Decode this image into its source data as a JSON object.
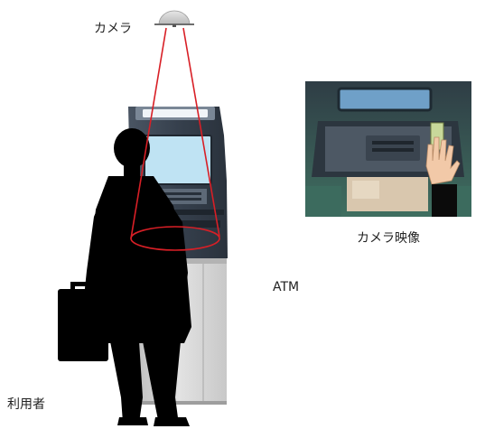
{
  "labels": {
    "camera": "カメラ",
    "camera_view": "カメラ映像",
    "atm": "ATM",
    "user": "利用者"
  },
  "colors": {
    "view_cone": "#d81f26",
    "silhouette": "#000000",
    "atm_lower_body": "#d4d4d4",
    "atm_upper_body": "#36404d",
    "camera_dome": "#cfcfcf",
    "screen": "#bfe3f3",
    "photo_floor_green": "#3c6b5e",
    "photo_ceiling_light": "#6fa0c8"
  },
  "icons": {
    "camera": "dome-camera-icon",
    "atm": "atm-machine-icon",
    "user": "person-with-briefcase-silhouette",
    "camera_view": "camera-footage-thumbnail"
  }
}
